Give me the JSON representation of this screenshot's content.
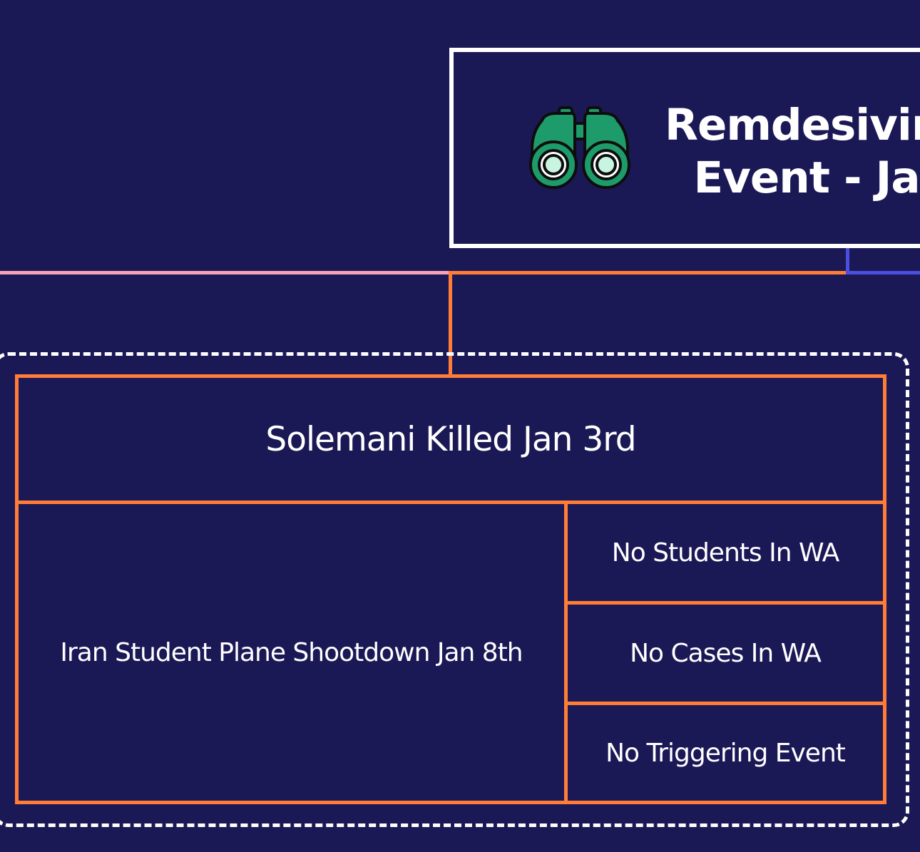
{
  "root": {
    "title": "Remdesivir\n  Event - Jan",
    "icon": "binoculars-icon"
  },
  "group": {
    "header": "Solemani Killed Jan 3rd",
    "left_item": "Iran Student Plane Shootdown Jan 8th",
    "right_items": [
      "No Students In WA",
      "No Cases In WA",
      "No Triggering Event"
    ]
  },
  "colors": {
    "background": "#1b1856",
    "box_border": "#ff7d36",
    "pink_connector": "#f7a3b5",
    "blue_connector": "#4a4fe0",
    "icon_green": "#1e9b6a",
    "icon_lens": "#c8f5e2"
  }
}
